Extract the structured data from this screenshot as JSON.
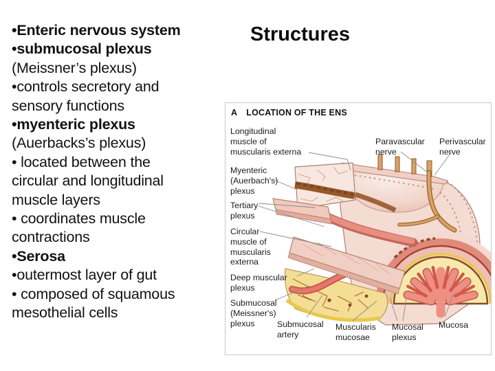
{
  "slide": {
    "title": "Structures",
    "bullets": [
      "•Enteric nervous system",
      "•submucosal plexus",
      "(Meissner’s plexus)",
      "•controls secretory and",
      "sensory functions",
      "•myenteric plexus",
      "(Auerbacks’s plexus)",
      "• located between the",
      "circular and longitudinal",
      "muscle layers",
      "• coordinates muscle",
      "contractions",
      "•Serosa",
      "•outermost layer of gut",
      "• composed of squamous",
      "mesothelial cells"
    ]
  },
  "diagram": {
    "panel_label": "A",
    "panel_title": "LOCATION OF THE ENS",
    "labels": {
      "longitudinal_muscle": {
        "lines": [
          "Longitudinal",
          "muscle of",
          "muscularis externa"
        ]
      },
      "myenteric_plexus": {
        "lines": [
          "Myenteric",
          "(Auerbach's)",
          "plexus"
        ]
      },
      "tertiary_plexus": {
        "lines": [
          "Tertiary",
          "plexus"
        ]
      },
      "circular_muscle": {
        "lines": [
          "Circular",
          "muscle of",
          "muscularis",
          "externa"
        ]
      },
      "deep_muscular_plexus": {
        "lines": [
          "Deep muscular",
          "plexus"
        ]
      },
      "submucosal_meissners_plexus": {
        "lines": [
          "Submucosal",
          "(Meissner's)",
          "plexus"
        ]
      },
      "submucosal_artery": {
        "lines": [
          "Submucosal",
          "artery"
        ]
      },
      "muscularis_mucosae": {
        "lines": [
          "Muscularis",
          "mucosae"
        ]
      },
      "mucosal_plexus": {
        "lines": [
          "Mucosal",
          "plexus"
        ]
      },
      "mucosa": {
        "lines": [
          "Mucosa"
        ]
      },
      "paravascular_nerve": {
        "lines": [
          "Paravascular",
          "nerve"
        ]
      },
      "perivascular_nerve": {
        "lines": [
          "Perivascular",
          "nerve"
        ]
      }
    },
    "palette": {
      "pale_pink": "#f4dcd3",
      "light_pink": "#f8e6e0",
      "sheet_pink": "#f2cfc4",
      "salmon": "#e08a7c",
      "dark_red": "#a84034",
      "artery_red": "#e8766a",
      "plexus_brown": "#96582a",
      "nerve_tan": "#d8a269",
      "submucosa_yellow": "#f4dd94",
      "yellow_line": "#e9c84d",
      "mucosa_yellow": "#f7e9ab",
      "villi_pink": "#ef8e82"
    }
  }
}
